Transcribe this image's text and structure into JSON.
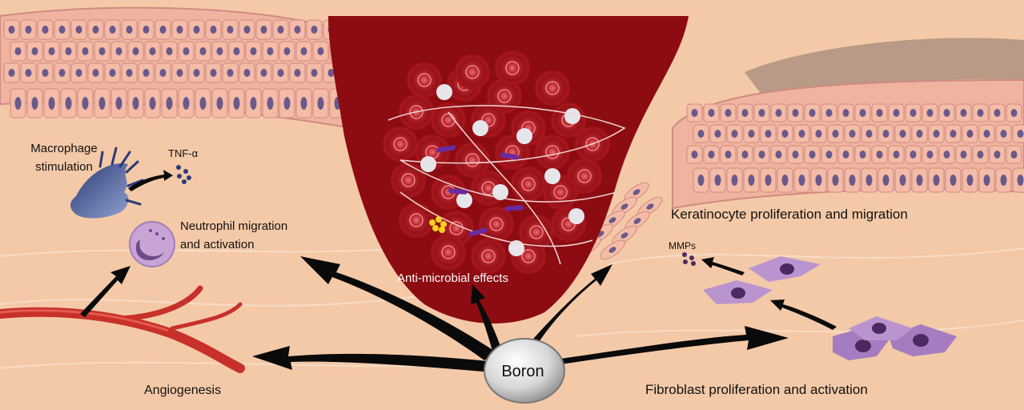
{
  "labels": {
    "macrophage": [
      "Macrophage",
      "stimulation"
    ],
    "tnf": "TNF-α",
    "neutrophil": [
      "Neutrophil migration",
      "and activation"
    ],
    "antimicrobial": "Anti-microbial effects",
    "keratinocyte": "Keratinocyte proliferation and migration",
    "mmps": "MMPs",
    "angiogenesis": "Angiogenesis",
    "fibroblast": "Fibroblast proliferation and activation",
    "boron": "Boron"
  },
  "colors": {
    "skin_bg": "#f3c9a8",
    "dermis_light": "#f7d6bd",
    "epidermis": "#f0b3a0",
    "cell_border": "#d18a80",
    "nucleus": "#6a5a8c",
    "wound": "#8c0c12",
    "rbc": "#c0262d",
    "arrow": "#0a0a0a",
    "vessel": "#c8302a",
    "fibroblast": "#a67cc0",
    "macrophage": "#3d4e8a",
    "neutrophil": "#c7a3d6",
    "boron_sphere": "#d8d8d8"
  },
  "icons": [
    "macrophage-icon",
    "neutrophil-icon",
    "fibroblast-icon",
    "blood-vessel-icon",
    "boron-sphere-icon",
    "red-blood-cell-icon"
  ]
}
